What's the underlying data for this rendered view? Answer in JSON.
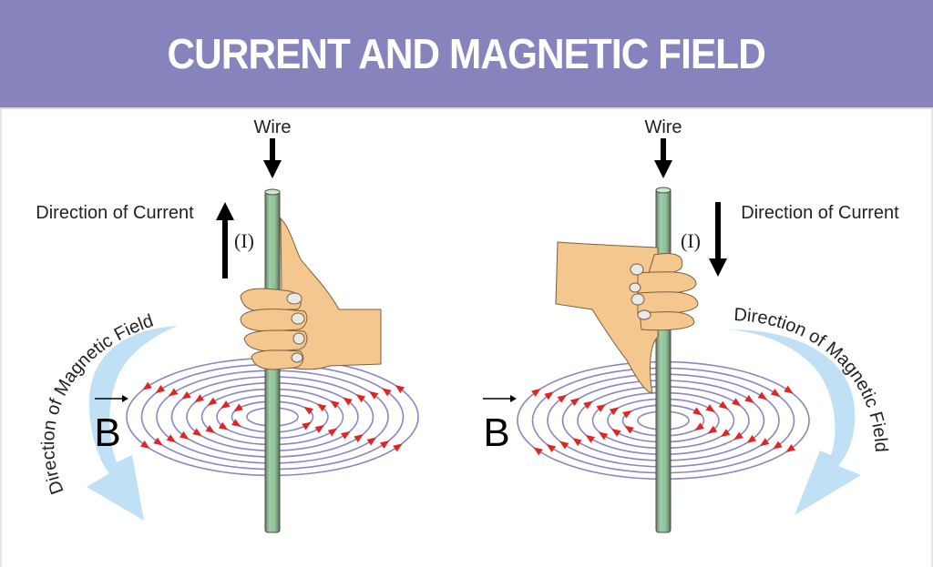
{
  "title": "CURRENT AND MAGNETIC FIELD",
  "panels": [
    {
      "wire_label": "Wire",
      "current_label": "Direction of Current",
      "current_symbol": "(I)",
      "current_direction": "up",
      "field_label": "Direction of Magnetic Field",
      "field_symbol": "B",
      "field_rotation": "counterclockwise"
    },
    {
      "wire_label": "Wire",
      "current_label": "Direction of Current",
      "current_symbol": "(I)",
      "current_direction": "down",
      "field_label": "Direction of Magnetic Field",
      "field_symbol": "B",
      "field_rotation": "clockwise"
    }
  ],
  "colors": {
    "header_bg": "#8683bd",
    "field_lines": "#8a86c4",
    "field_arrows": "#e02525",
    "wire": "#8fbf9a",
    "hand": "#f4c78e",
    "sweep_arrow": "#bfe0f5"
  }
}
